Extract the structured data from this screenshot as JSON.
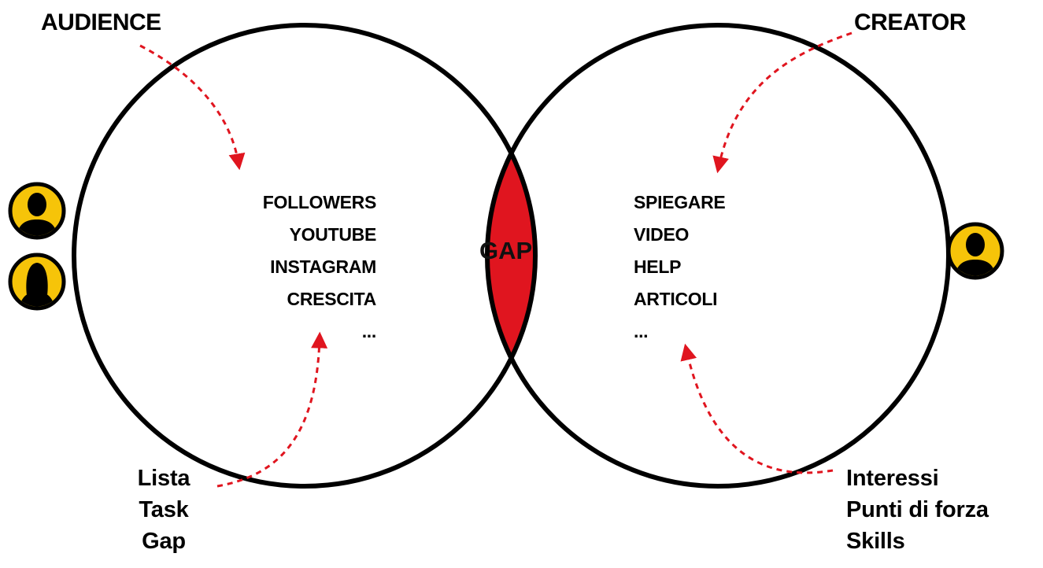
{
  "diagram": {
    "accent_red": "#e0151f",
    "avatar_yellow": "#f6c409",
    "left_circle": {
      "title": "AUDIENCE",
      "items": [
        "FOLLOWERS",
        "YOUTUBE",
        "INSTAGRAM",
        "CRESCITA",
        "..."
      ],
      "note": [
        "Lista",
        "Task",
        "Gap"
      ]
    },
    "right_circle": {
      "title": "CREATOR",
      "items": [
        "SPIEGARE",
        "VIDEO",
        "HELP",
        "ARTICOLI",
        "..."
      ],
      "note": [
        "Interessi",
        "Punti di forza",
        "Skills"
      ]
    },
    "intersection": {
      "label": "GAP"
    },
    "avatars": {
      "left": [
        "male-avatar-icon",
        "female-avatar-icon"
      ],
      "right": [
        "male-avatar-icon"
      ]
    }
  }
}
